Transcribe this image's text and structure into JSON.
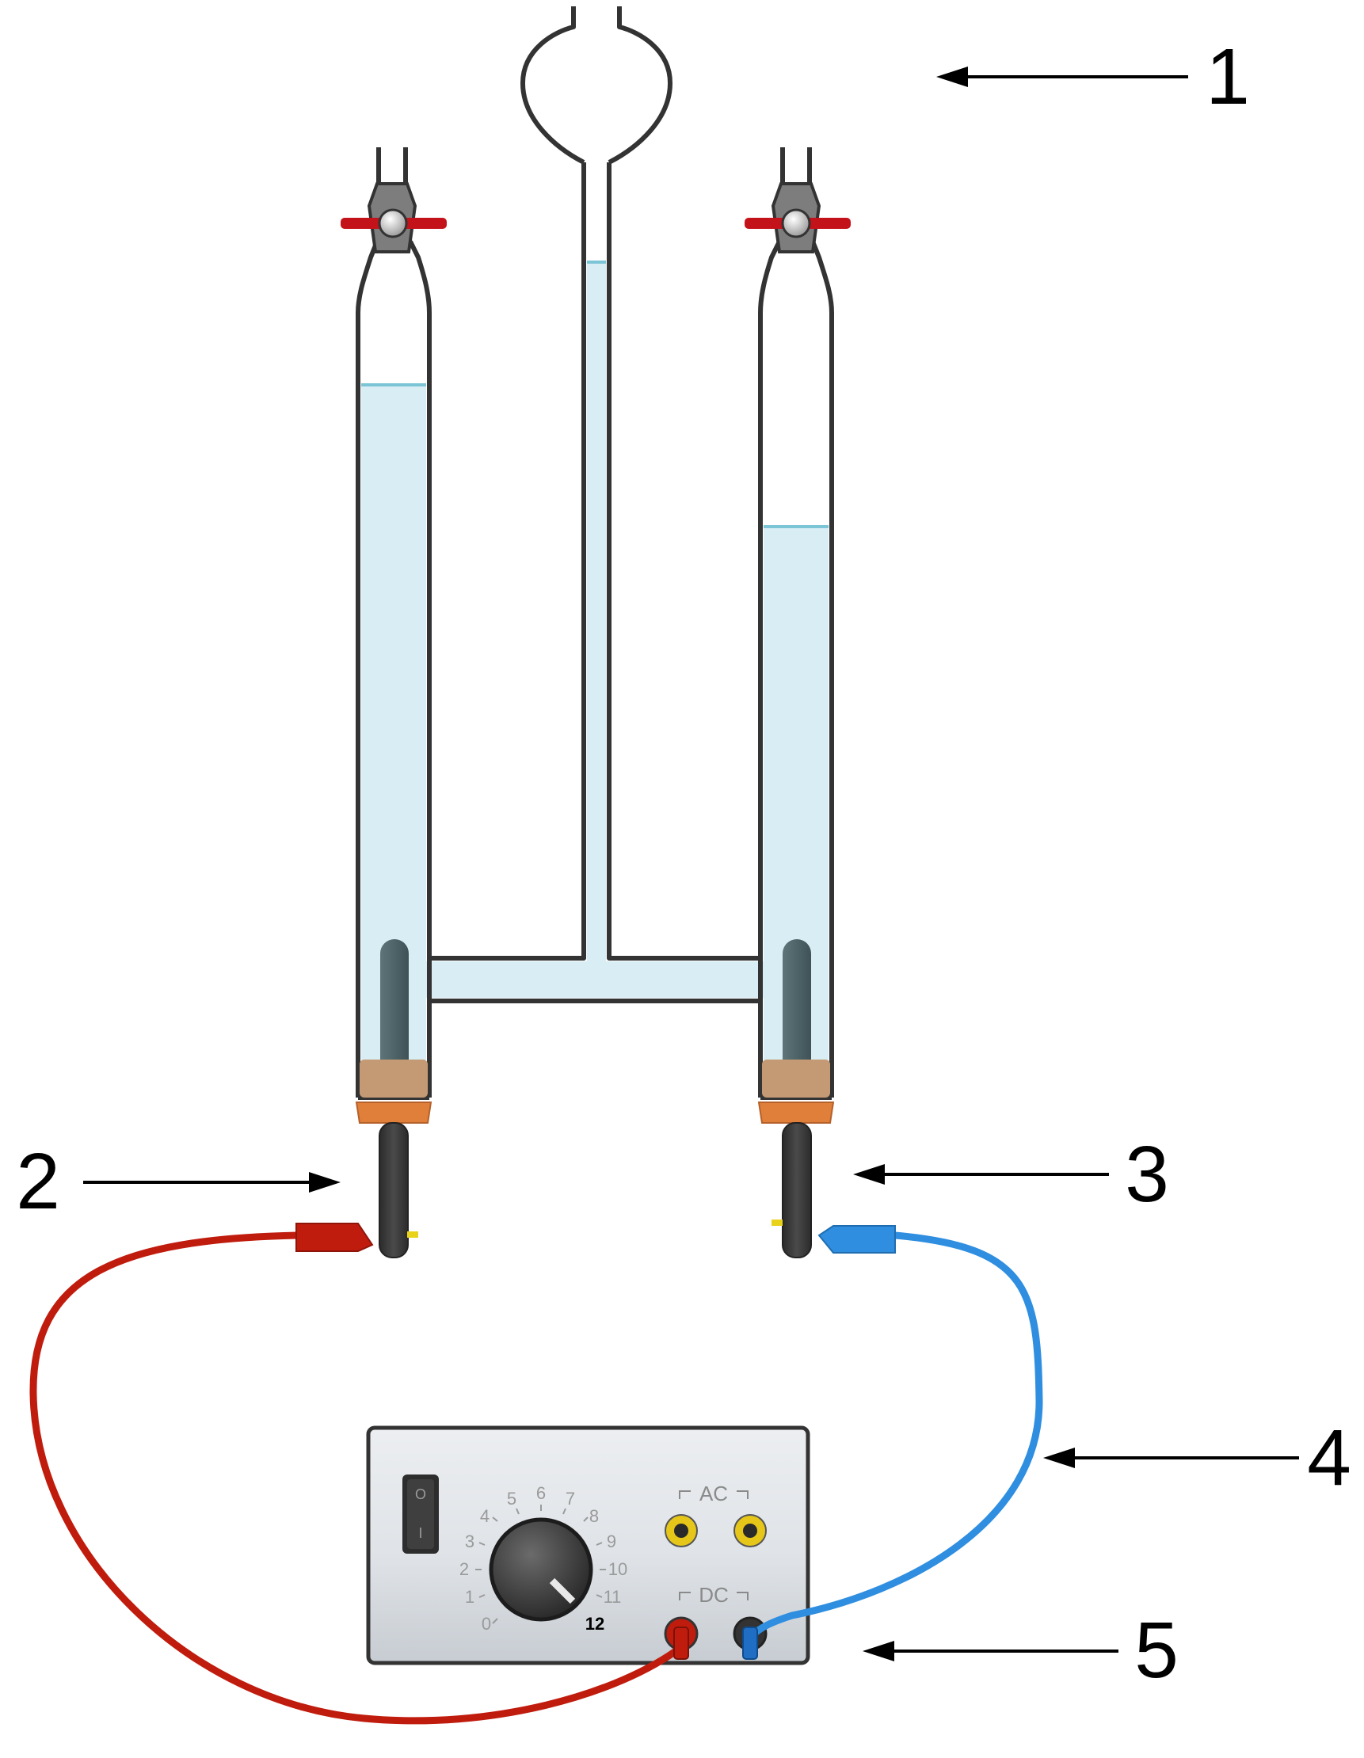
{
  "callouts": [
    {
      "label": "1",
      "target": "reservoir-bulb"
    },
    {
      "label": "2",
      "target": "left-electrode"
    },
    {
      "label": "3",
      "target": "right-electrode"
    },
    {
      "label": "4",
      "target": "connecting-wire"
    },
    {
      "label": "5",
      "target": "power-supply"
    }
  ],
  "power_supply": {
    "switch_off": "O",
    "switch_on": "I",
    "dial_scale": [
      "0",
      "1",
      "2",
      "3",
      "4",
      "5",
      "6",
      "7",
      "8",
      "9",
      "10",
      "11",
      "12"
    ],
    "ac_label": "AC",
    "dc_label": "DC"
  },
  "colors": {
    "water": "#d8eef4",
    "water_line": "#7cc5d6",
    "glass_outline": "#333333",
    "red_lead": "#c01c0e",
    "blue_lead": "#2f8ee0",
    "electrode": "#4e6469",
    "stopper": "#c49a74",
    "collar": "#e07f3a",
    "valve": "#c4121a",
    "panel": "#dfe3e7",
    "socket_ac": "#e6c619"
  },
  "icons": [
    "arrow-left-icon",
    "arrow-right-icon",
    "power-switch-icon",
    "voltage-dial-icon"
  ]
}
